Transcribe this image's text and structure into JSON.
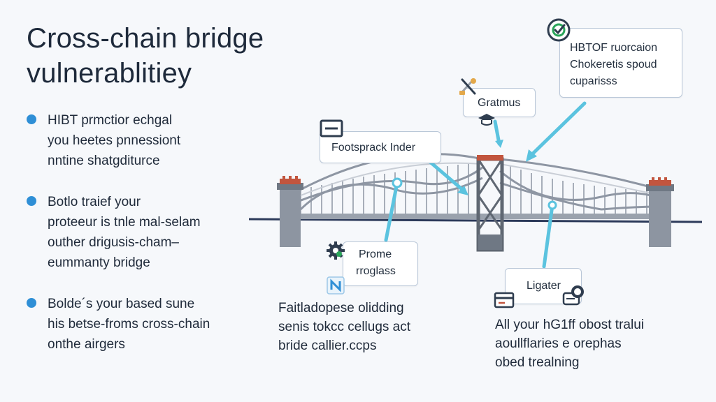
{
  "title": {
    "line1": "Cross-chain bridge",
    "line2": "vulnerablitiey"
  },
  "bullets": [
    {
      "lines": [
        "HIBT prmctior echgal",
        "you heetes pnnessiont",
        "nntine shatgditurce"
      ]
    },
    {
      "lines": [
        "Botlo traief your",
        "proteeur is tnle mal-selam",
        "outher drigusis-cham–",
        "eummanty bridge"
      ]
    },
    {
      "lines": [
        "Bolde´s your based sune",
        "his betse-froms cross-chain",
        "onthe airgers"
      ]
    }
  ],
  "callouts": {
    "top_right": {
      "lines": [
        "HBTOF ruorcaion",
        "Chokeretis spoud",
        "cuparisss"
      ]
    },
    "gratmus": {
      "lines": [
        "Gratmus"
      ]
    },
    "footsprack": {
      "lines": [
        "Footsprack Inder"
      ]
    },
    "prome": {
      "lines": [
        "Prome",
        "rroglass"
      ]
    },
    "ligater": {
      "lines": [
        "Ligater"
      ]
    }
  },
  "captions": {
    "center": {
      "lines": [
        "Faitladopese olidding",
        "senis tokcc cellugs act",
        "bride callier.ccps"
      ]
    },
    "right": {
      "lines": [
        "All your hG1ff obost tralui",
        "aoullflaries e orephas",
        "obed trealning"
      ]
    }
  },
  "colors": {
    "accent": "#2f8fd6",
    "pointer": "#5bc3df",
    "bridge_steel": "#8e96a3",
    "tower_cap": "#c2553e",
    "deck": "#2c3a5a"
  },
  "icons": [
    "check-badge-icon",
    "tools-icon",
    "cap-icon",
    "wallet-icon",
    "gear-icon",
    "network-icon",
    "card-icon",
    "coins-icon"
  ]
}
